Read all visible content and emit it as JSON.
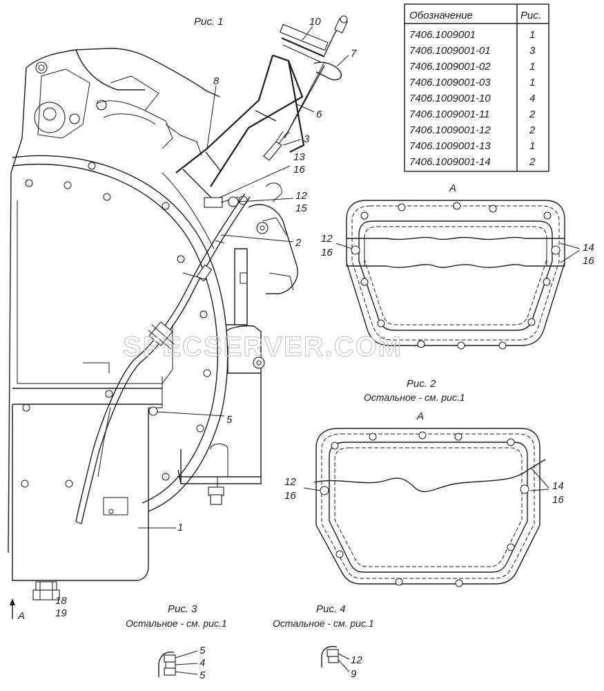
{
  "watermark": "SPECSERVER.COM",
  "fig1": {
    "caption": "Рис. 1"
  },
  "fig2": {
    "caption": "Рис. 2",
    "note": "Остальное - см. рис.1",
    "view": "А"
  },
  "fig3": {
    "caption": "Рис. 3",
    "note": "Остальное - см. рис.1"
  },
  "fig4": {
    "caption": "Рис. 4",
    "note": "Остальное - см. рис.1"
  },
  "view_a_detail": {
    "label": "А"
  },
  "arrow_a": {
    "label": "А"
  },
  "table": {
    "headers": [
      "Обозначение",
      "Рис."
    ],
    "rows": [
      [
        "7406.1009001",
        "1"
      ],
      [
        "7406.1009001-01",
        "3"
      ],
      [
        "7406.1009001-02",
        "1"
      ],
      [
        "7406.1009001-03",
        "1"
      ],
      [
        "7406.1009001-10",
        "4"
      ],
      [
        "7406.1009001-11",
        "2"
      ],
      [
        "7406.1009001-12",
        "2"
      ],
      [
        "7406.1009001-13",
        "1"
      ],
      [
        "7406.1009001-14",
        "2"
      ]
    ]
  },
  "callouts_fig1": {
    "c10": "10",
    "c7": "7",
    "c8": "8",
    "c6": "6",
    "c3": "3",
    "c13": "13",
    "c16": "16",
    "c12": "12",
    "c15": "15",
    "c2": "2",
    "c5": "5",
    "c1": "1",
    "c18": "18",
    "c19": "19"
  },
  "callouts_fig2": {
    "c12": "12",
    "c16": "16",
    "c14": "14",
    "c16b": "16"
  },
  "callouts_view_a": {
    "c12": "12",
    "c16": "16",
    "c14": "14",
    "c16b": "16"
  },
  "callouts_fig3": {
    "c5": "5",
    "c4": "4",
    "c5b": "5"
  },
  "callouts_fig4": {
    "c12": "12",
    "c9": "9"
  }
}
